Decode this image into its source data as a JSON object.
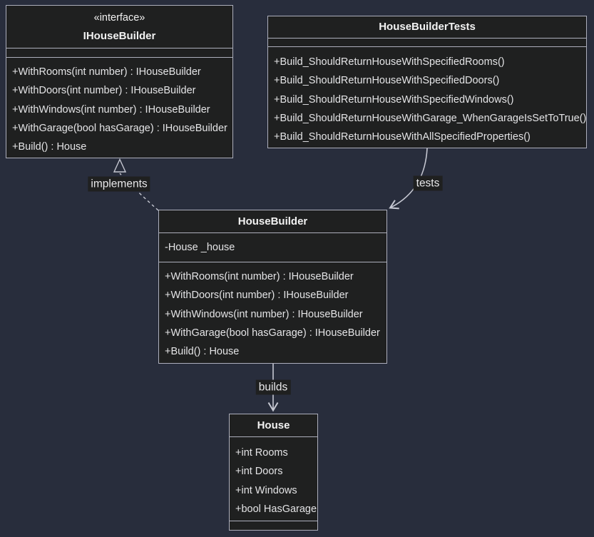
{
  "colors": {
    "page_background": "#282d3c",
    "node_fill": "#1f2020",
    "node_border": "#adafbc",
    "text": "#e4e4e6",
    "edge_line": "#c6c8d2"
  },
  "nodes": {
    "ihousebuilder": {
      "stereotype": "«interface»",
      "name": "IHouseBuilder",
      "attributes": [],
      "methods": [
        "+WithRooms(int number) : IHouseBuilder",
        "+WithDoors(int number) : IHouseBuilder",
        "+WithWindows(int number) : IHouseBuilder",
        "+WithGarage(bool hasGarage) : IHouseBuilder",
        "+Build() : House"
      ]
    },
    "housebuildertests": {
      "name": "HouseBuilderTests",
      "attributes": [],
      "methods": [
        "+Build_ShouldReturnHouseWithSpecifiedRooms()",
        "+Build_ShouldReturnHouseWithSpecifiedDoors()",
        "+Build_ShouldReturnHouseWithSpecifiedWindows()",
        "+Build_ShouldReturnHouseWithGarage_WhenGarageIsSetToTrue()",
        "+Build_ShouldReturnHouseWithAllSpecifiedProperties()"
      ]
    },
    "housebuilder": {
      "name": "HouseBuilder",
      "attributes": [
        "-House _house"
      ],
      "methods": [
        "+WithRooms(int number) : IHouseBuilder",
        "+WithDoors(int number) : IHouseBuilder",
        "+WithWindows(int number) : IHouseBuilder",
        "+WithGarage(bool hasGarage) : IHouseBuilder",
        "+Build() : House"
      ]
    },
    "house": {
      "name": "House",
      "attributes": [
        "+int Rooms",
        "+int Doors",
        "+int Windows",
        "+bool HasGarage"
      ],
      "methods": []
    }
  },
  "edges": {
    "implements": {
      "label": "implements",
      "type": "realization-dashed-hollow-triangle",
      "from": "HouseBuilder",
      "to": "IHouseBuilder"
    },
    "tests": {
      "label": "tests",
      "type": "dependency-solid-open-arrow",
      "from": "HouseBuilderTests",
      "to": "HouseBuilder"
    },
    "builds": {
      "label": "builds",
      "type": "dependency-solid-open-arrow",
      "from": "HouseBuilder",
      "to": "House"
    }
  }
}
